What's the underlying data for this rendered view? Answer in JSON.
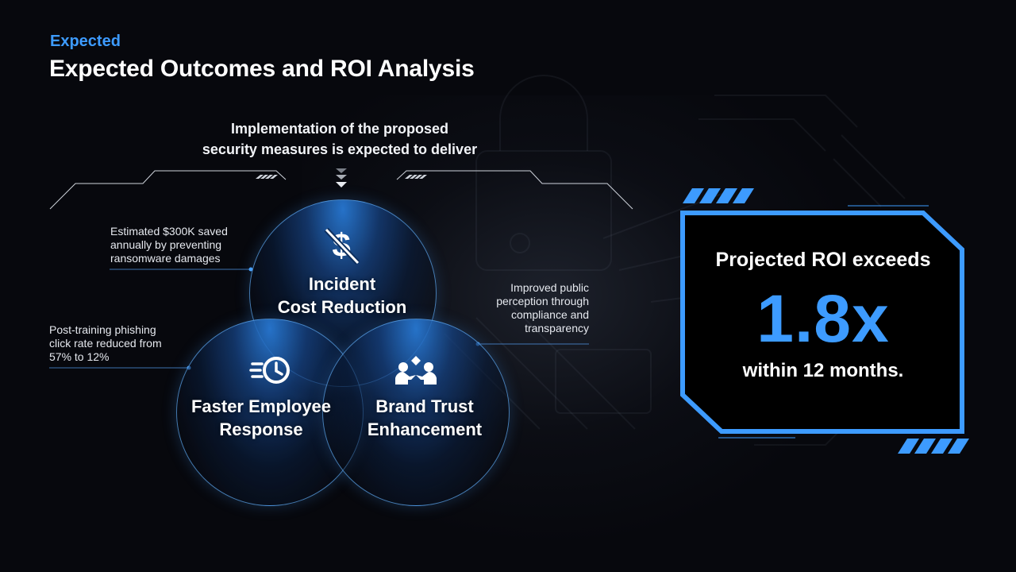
{
  "header": {
    "kicker": "Expected",
    "title": "Expected Outcomes and ROI Analysis"
  },
  "intro": {
    "line1": "Implementation of the proposed",
    "line2": "security measures is expected to deliver"
  },
  "outcomes": [
    {
      "line1": "Incident",
      "line2": "Cost Reduction",
      "icon": "no-dollar-icon",
      "note": [
        "Estimated $300K saved",
        "annually by preventing",
        "ransomware damages"
      ]
    },
    {
      "line1": "Faster Employee",
      "line2": "Response",
      "icon": "fast-clock-icon",
      "note": [
        "Post-training phishing",
        "click rate reduced from",
        "57% to 12%"
      ]
    },
    {
      "line1": "Brand Trust",
      "line2": "Enhancement",
      "icon": "handshake-icon",
      "note": [
        "Improved public",
        "perception through",
        "compliance and",
        "transparency"
      ]
    }
  ],
  "roi": {
    "heading": "Projected ROI exceeds",
    "value": "1.8x",
    "footer": "within 12 months."
  },
  "colors": {
    "accent": "#3d9bff",
    "background": "#07080d",
    "circle_border": "#5aa0e6"
  }
}
